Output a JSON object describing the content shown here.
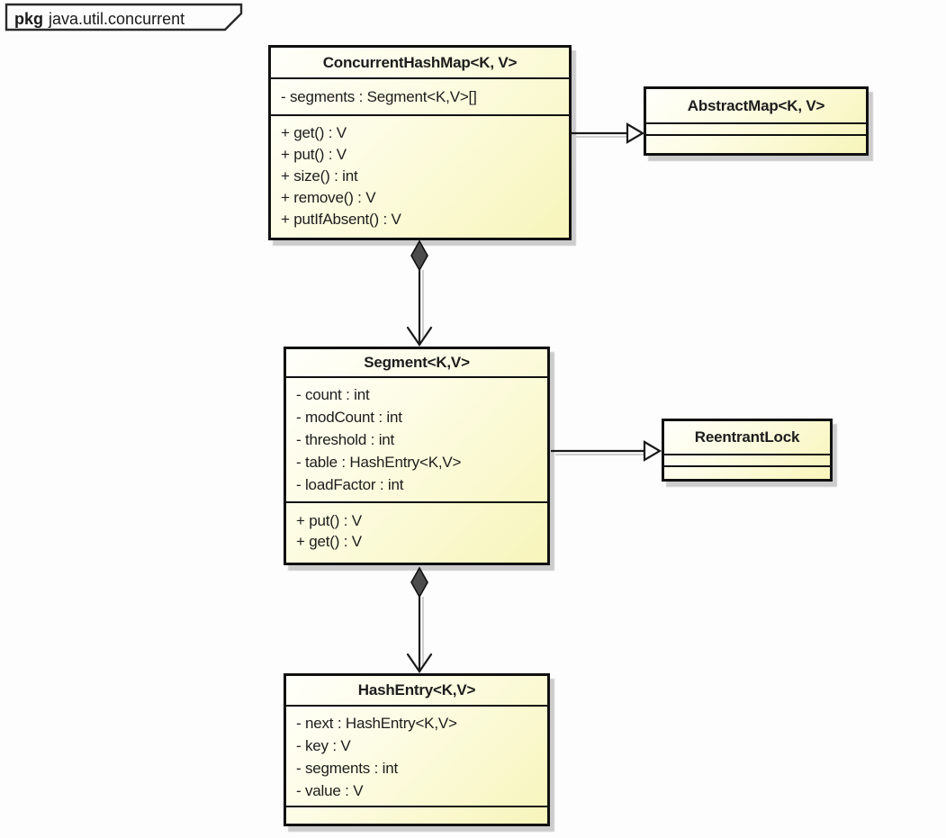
{
  "package_tab": {
    "keyword": "pkg",
    "name": "java.util.concurrent"
  },
  "colors": {
    "box_fill_light": "#fffffb",
    "box_fill": "#f7f5ba",
    "border": "#111111",
    "shadow": "#cccccc",
    "diamond_fill": "#4c4c4c",
    "background": "#fdfdfd"
  },
  "classes": {
    "concurrent_hash_map": {
      "title": "ConcurrentHashMap<K, V>",
      "attributes": [
        "- segments : Segment<K,V>[]"
      ],
      "methods": [
        "+ get() : V",
        "+ put() : V",
        "+ size() : int",
        "+ remove() : V",
        "+ putIfAbsent() : V"
      ]
    },
    "abstract_map": {
      "title": "AbstractMap<K, V>",
      "attributes": [],
      "methods": []
    },
    "segment": {
      "title": "Segment<K,V>",
      "attributes": [
        "- count : int",
        "- modCount : int",
        "- threshold : int",
        "- table : HashEntry<K,V>",
        "- loadFactor : int"
      ],
      "methods": [
        "+ put() : V",
        "+ get() : V"
      ]
    },
    "reentrant_lock": {
      "title": "ReentrantLock",
      "attributes": [],
      "methods": []
    },
    "hash_entry": {
      "title": "HashEntry<K,V>",
      "attributes": [
        "- next : HashEntry<K,V>",
        "- key : V",
        "- segments : int",
        "- value : V"
      ],
      "methods": []
    }
  },
  "relationships": [
    {
      "from": "ConcurrentHashMap",
      "to": "AbstractMap",
      "type": "generalization"
    },
    {
      "from": "ConcurrentHashMap",
      "to": "Segment",
      "type": "composition"
    },
    {
      "from": "Segment",
      "to": "ReentrantLock",
      "type": "generalization"
    },
    {
      "from": "Segment",
      "to": "HashEntry",
      "type": "composition"
    }
  ]
}
